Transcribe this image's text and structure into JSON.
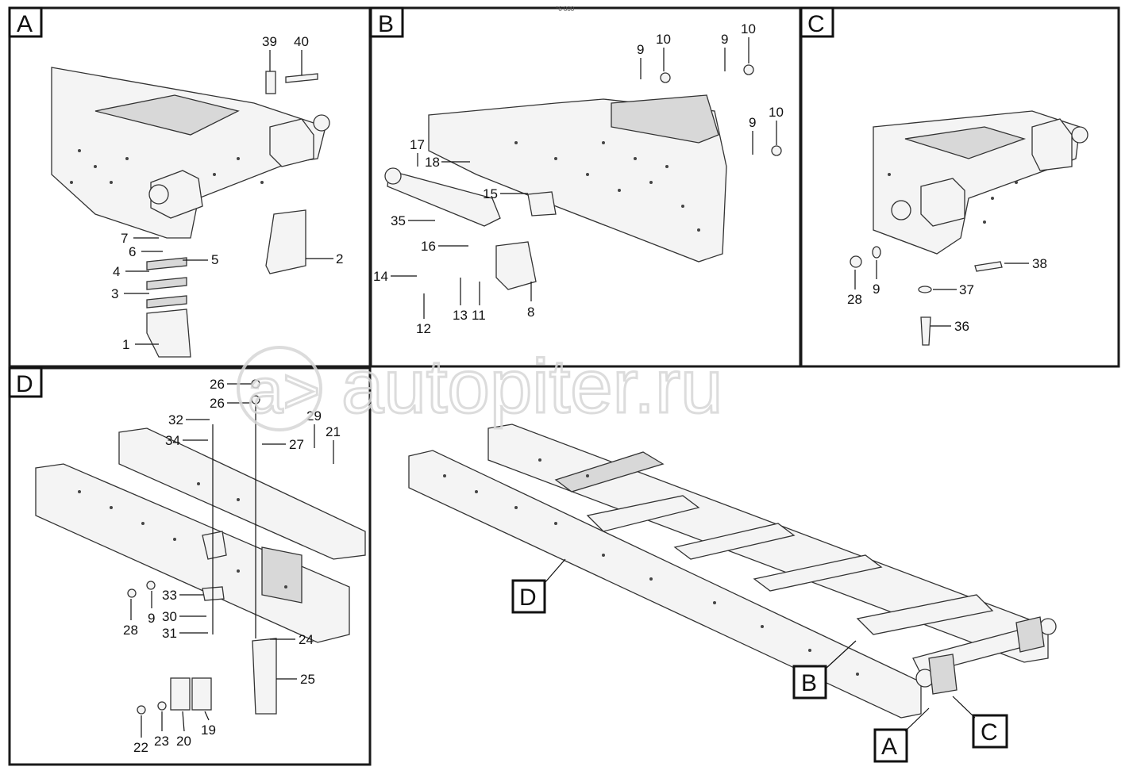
{
  "panels": {
    "A": {
      "label": "A"
    },
    "B": {
      "label": "B"
    },
    "C": {
      "label": "C"
    },
    "D": {
      "label": "D"
    }
  },
  "panel_A_callouts": [
    "39",
    "40",
    "7",
    "6",
    "5",
    "4",
    "3",
    "1",
    "2"
  ],
  "panel_B_callouts": [
    "9",
    "10",
    "9",
    "10",
    "17",
    "18",
    "15",
    "35",
    "16",
    "14",
    "12",
    "13",
    "11",
    "8",
    "9",
    "10"
  ],
  "panel_C_callouts": [
    "28",
    "9",
    "37",
    "38",
    "36"
  ],
  "panel_D_callouts": [
    "26",
    "26",
    "32",
    "34",
    "29",
    "21",
    "27",
    "28",
    "9",
    "33",
    "30",
    "31",
    "24",
    "25",
    "22",
    "23",
    "20",
    "19"
  ],
  "overview_callouts": {
    "A": "A",
    "B": "B",
    "C": "C",
    "D": "D"
  },
  "watermark": {
    "text": "autopiter.ru"
  },
  "header_note": "°6 000"
}
